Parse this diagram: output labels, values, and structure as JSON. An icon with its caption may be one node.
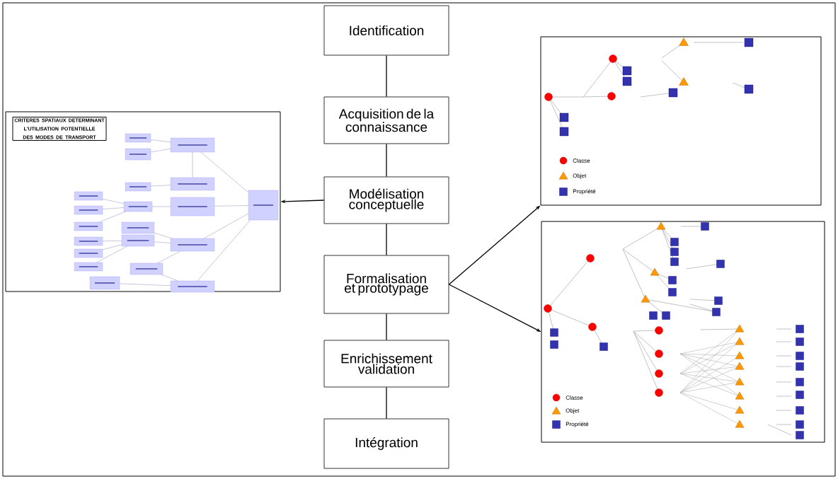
{
  "diagram": {
    "nodes": [
      {
        "text": [
          "Identification"
        ]
      },
      {
        "text": [
          "Acquisition de la connaissance"
        ]
      },
      {
        "text": [
          "Modélisation conceptuelle"
        ]
      },
      {
        "text": [
          "Formalisation et prototypage"
        ]
      },
      {
        "text": [
          "Enrichissement validation"
        ]
      },
      {
        "text": [
          "Intégration"
        ]
      },
      {
        "text": [],
        "shape": "picture"
      },
      {
        "text": [],
        "shape": "picture"
      },
      {
        "text": [],
        "shape": "picture"
      }
    ],
    "edges": [
      {
        "from": 0,
        "to": 1,
        "arrow": "none"
      },
      {
        "from": 1,
        "to": 2,
        "arrow": "none"
      },
      {
        "from": 2,
        "to": 3,
        "arrow": "none"
      },
      {
        "from": 3,
        "to": 4,
        "arrow": "none"
      },
      {
        "from": 4,
        "to": 5,
        "arrow": "none"
      },
      {
        "from": 2,
        "to": 6,
        "arrow": "to"
      },
      {
        "from": 3,
        "to": 7,
        "arrow": "to"
      },
      {
        "from": 3,
        "to": 8,
        "arrow": "to"
      }
    ],
    "labels": [
      "CRITERES SPATIAUX DETERMINANT L'UTILISATION POTENTIELLE DES MODES DE TRANSPORT"
    ],
    "legend": [
      {
        "text": "Classe"
      },
      {
        "text": "Objet"
      },
      {
        "text": "Propriété"
      },
      {
        "text": "Classe"
      },
      {
        "text": "Objet"
      },
      {
        "text": "Propriété"
      }
    ]
  }
}
